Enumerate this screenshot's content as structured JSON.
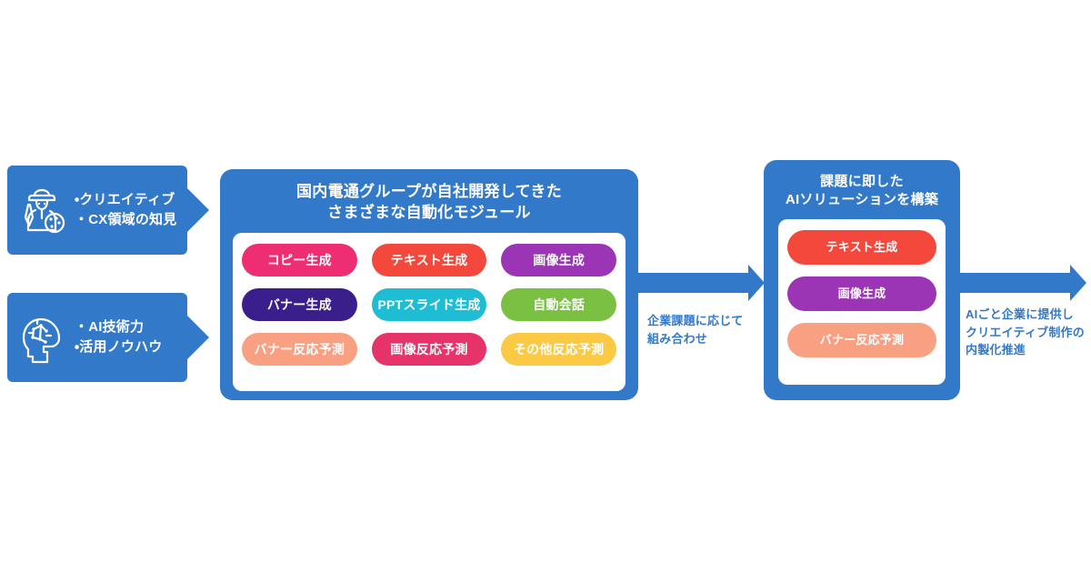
{
  "diagram": {
    "colors": {
      "brand_blue": "#3379c9",
      "panel_inner": "#ffffff",
      "caption_blue": "#3379c9"
    },
    "sources": [
      {
        "icon": "creative-artist-icon",
        "lines": [
          "・クリエイティブ",
          "・CX領域の知見"
        ]
      },
      {
        "icon": "ai-brain-head-icon",
        "lines": [
          "・AI技術力",
          "・活用ノウハウ"
        ]
      }
    ],
    "main_panel": {
      "title_line1": "国内電通グループが自社開発してきた",
      "title_line2": "さまざまな自動化モジュール",
      "columns": [
        [
          {
            "label": "コピー生成",
            "color": "#ef2d72"
          },
          {
            "label": "バナー生成",
            "color": "#3a1e8c"
          },
          {
            "label": "バナー反応予測",
            "color": "#f99f82"
          }
        ],
        [
          {
            "label": "テキスト生成",
            "color": "#f4483c"
          },
          {
            "label": "PPTスライド生成",
            "color": "#1ebdd4"
          },
          {
            "label": "画像反応予測",
            "color": "#e6336a"
          }
        ],
        [
          {
            "label": "画像生成",
            "color": "#9b34b5"
          },
          {
            "label": "自動会話",
            "color": "#7ac143"
          },
          {
            "label": "その他反応予測",
            "color": "#fbc944"
          }
        ]
      ]
    },
    "connector_1": {
      "caption_line1": "企業課題に応じて",
      "caption_line2": "組み合わせ"
    },
    "right_panel": {
      "title_line1": "課題に即した",
      "title_line2": "AIソリューションを構築",
      "pills": [
        {
          "label": "テキスト生成",
          "color": "#f4483c"
        },
        {
          "label": "画像生成",
          "color": "#9b34b5"
        },
        {
          "label": "バナー反応予測",
          "color": "#f99f82"
        }
      ]
    },
    "connector_2": {
      "caption_line1": "AIごと企業に提供し",
      "caption_line2": "クリエイティブ制作の",
      "caption_line3": "内製化推進"
    }
  }
}
